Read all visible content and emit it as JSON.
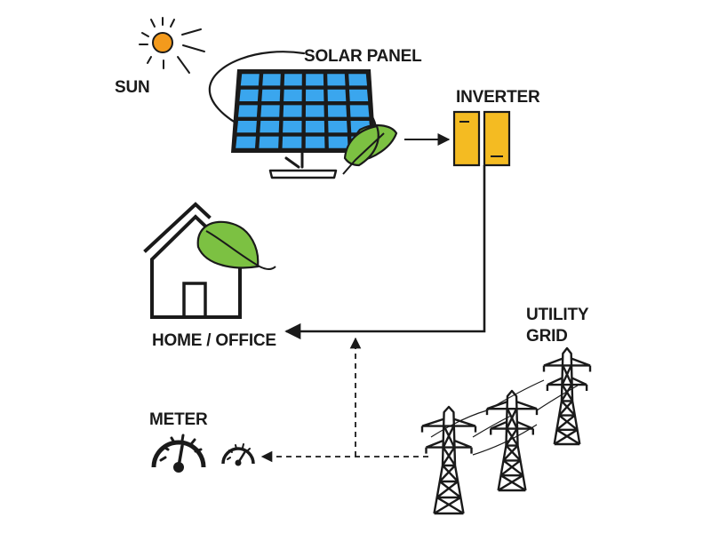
{
  "labels": {
    "sun": "SUN",
    "solar_panel": "SOLAR PANEL",
    "inverter": "INVERTER",
    "home_office": "HOME / OFFICE",
    "utility_grid_line1": "UTILITY",
    "utility_grid_line2": "GRID",
    "meter": "METER"
  },
  "colors": {
    "sun": "#f39a1c",
    "panel_cell": "#3aa6ee",
    "inverter": "#f4bb22",
    "leaf": "#7cc142",
    "stroke": "#1a1a1a"
  }
}
